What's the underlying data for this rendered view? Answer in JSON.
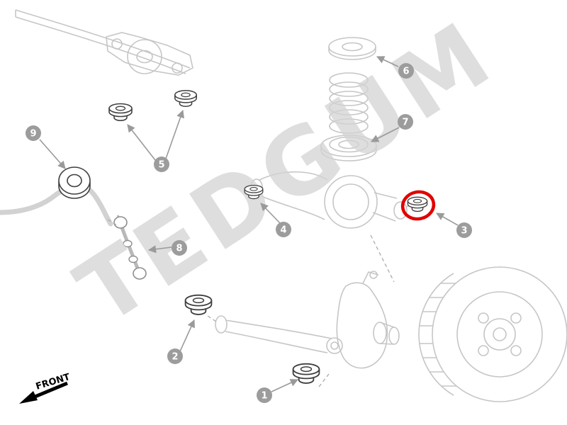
{
  "watermark": {
    "text": "TEDGUM"
  },
  "front_label": "FRONT",
  "callouts": [
    {
      "label": "1"
    },
    {
      "label": "2"
    },
    {
      "label": "3"
    },
    {
      "label": "4"
    },
    {
      "label": "5"
    },
    {
      "label": "6"
    },
    {
      "label": "7"
    },
    {
      "label": "8"
    },
    {
      "label": "9"
    }
  ],
  "colors": {
    "highlight": "#e00000",
    "callout_bg": "#9c9c9c",
    "callout_text": "#ffffff",
    "line_art": "#c6c6c6",
    "part_dark": "#3f3f3f",
    "watermark": "#d4d4d4"
  }
}
